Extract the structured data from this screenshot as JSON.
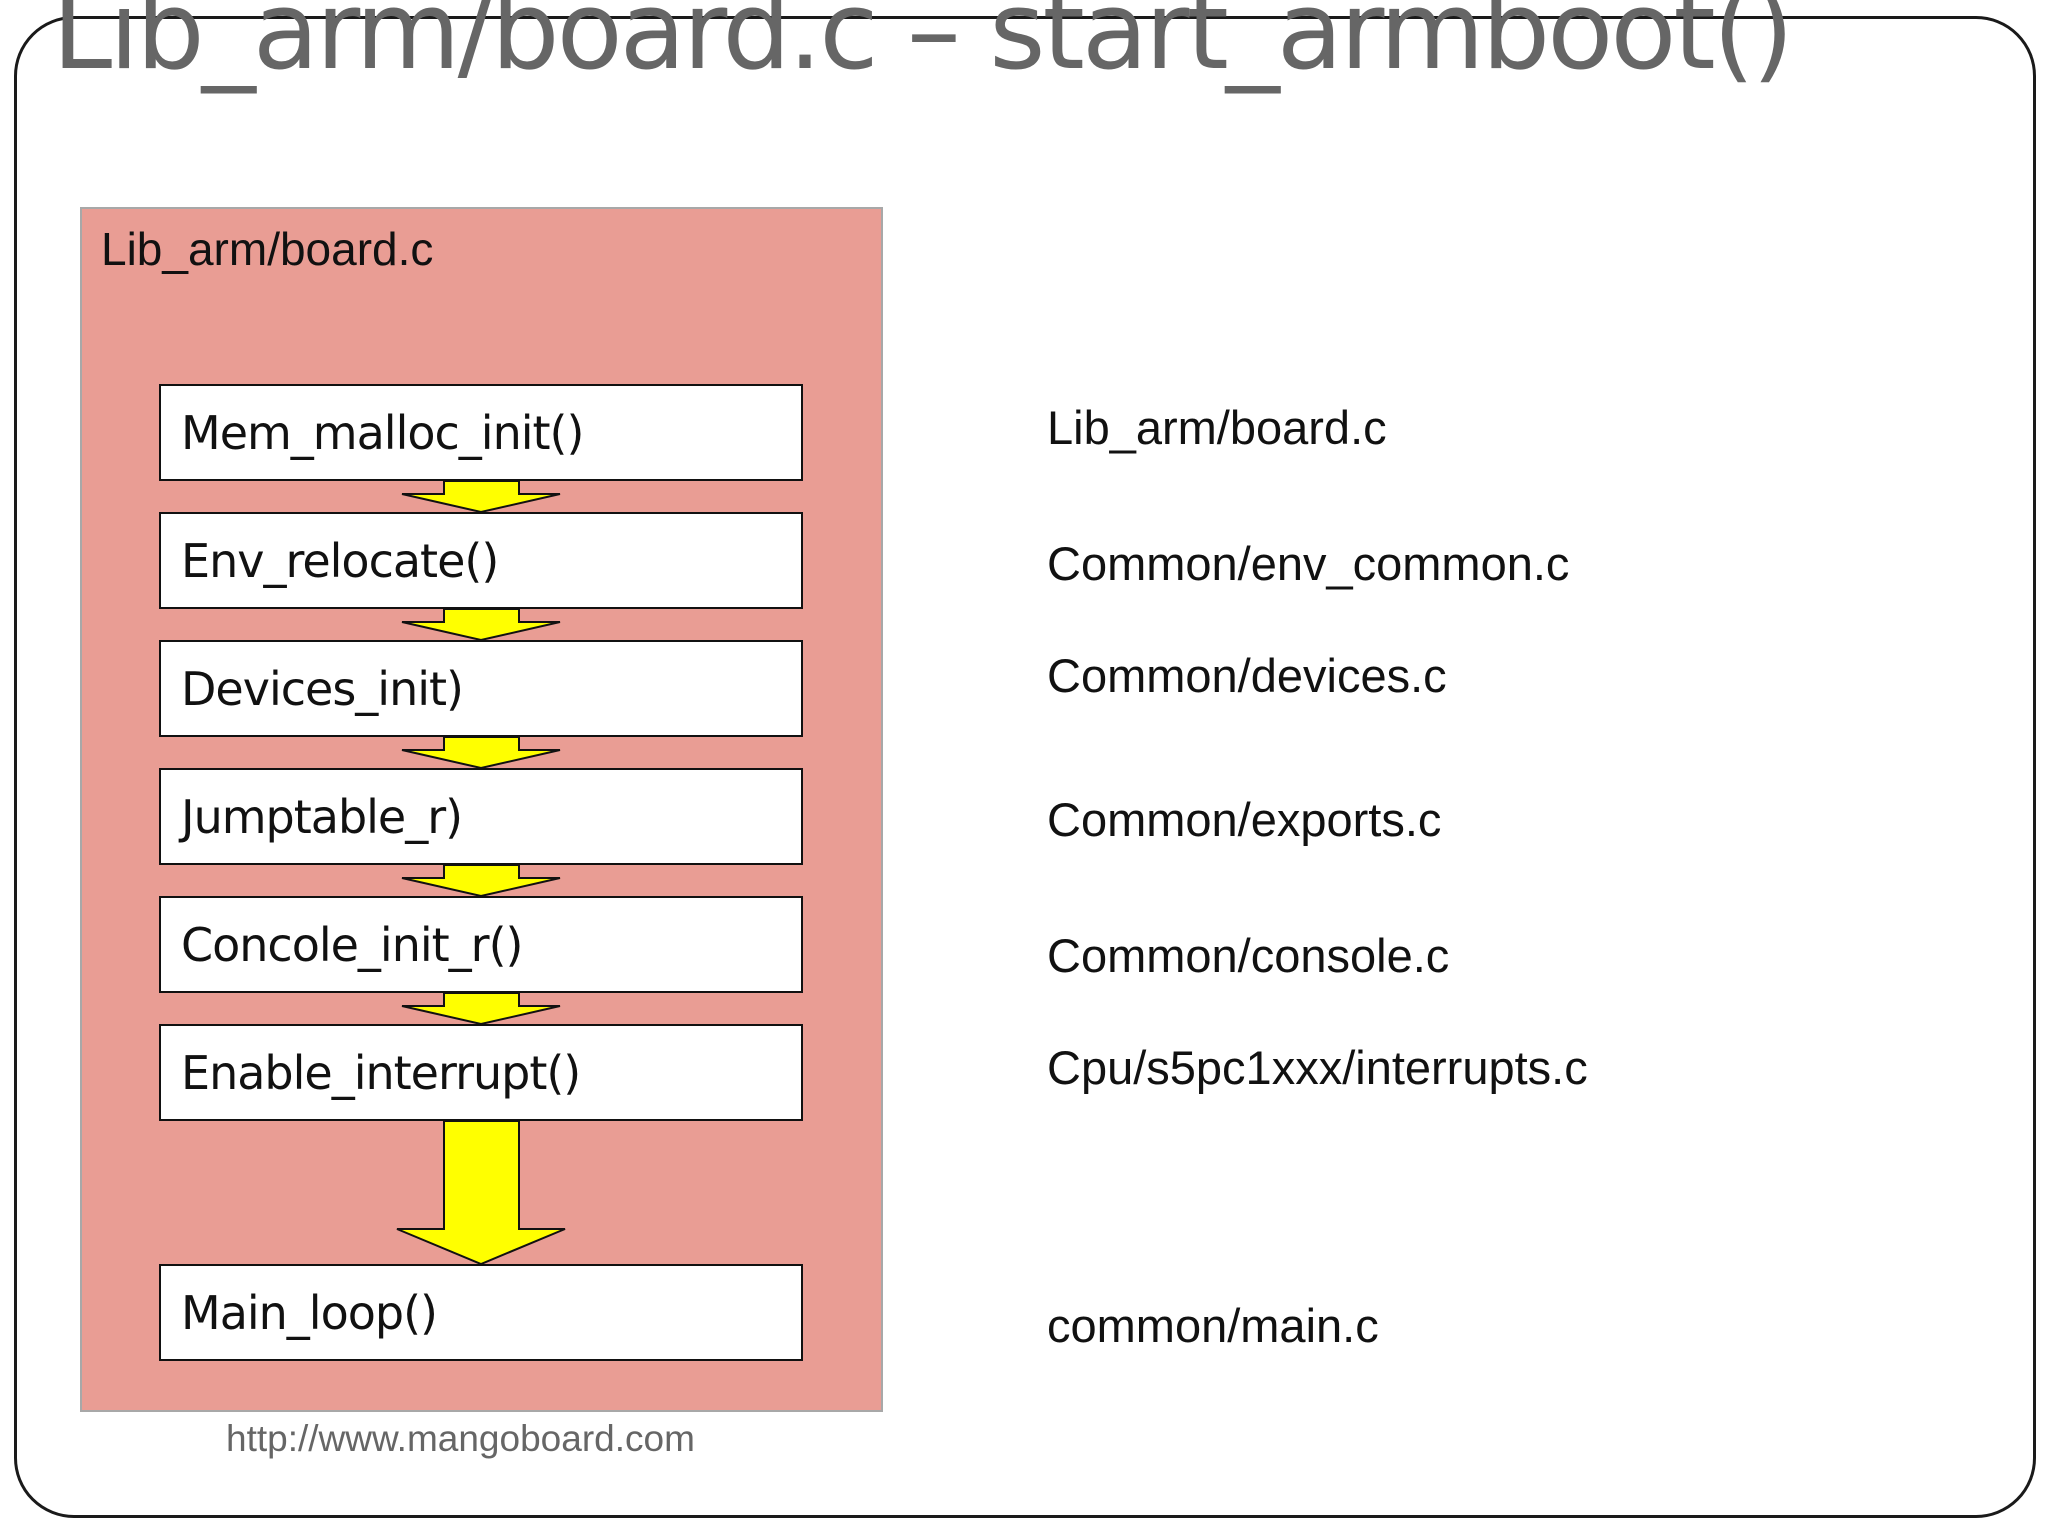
{
  "title": "Lib_arm/board.c – start_armboot()",
  "container": {
    "label": "Lib_arm/board.c",
    "fill_color": "#e99d94"
  },
  "arrow_color": "#ffff00",
  "steps": [
    {
      "name": "Mem_malloc_init()",
      "file": "Lib_arm/board.c"
    },
    {
      "name": "Env_relocate()",
      "file": "Common/env_common.c"
    },
    {
      "name": "Devices_init)",
      "file": "Common/devices.c"
    },
    {
      "name": "Jumptable_r)",
      "file": "Common/exports.c"
    },
    {
      "name": "Concole_init_r()",
      "file": "Common/console.c"
    },
    {
      "name": "Enable_interrupt()",
      "file": "Cpu/s5pc1xxx/interrupts.c"
    },
    {
      "name": "Main_loop()",
      "file": "common/main.c"
    }
  ],
  "source": "http://www.mangoboard.com"
}
